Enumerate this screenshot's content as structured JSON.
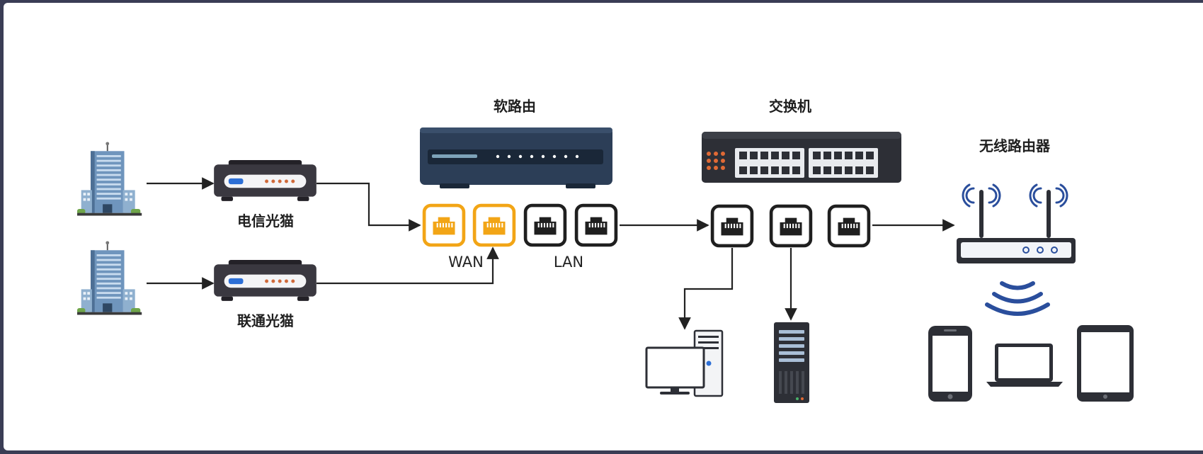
{
  "labels": {
    "soft_router": "软路由",
    "switch": "交换机",
    "wireless_router": "无线路由器",
    "telecom_modem": "电信光猫",
    "unicom_modem": "联通光猫",
    "wan": "WAN",
    "lan": "LAN"
  },
  "colors": {
    "wan_port": "#f2a516",
    "lan_port": "#1f1f1f",
    "router_body": "#2c3e57",
    "modem_body": "#3a3840",
    "wifi_blue": "#2a4e9c",
    "arrow": "#222222"
  }
}
